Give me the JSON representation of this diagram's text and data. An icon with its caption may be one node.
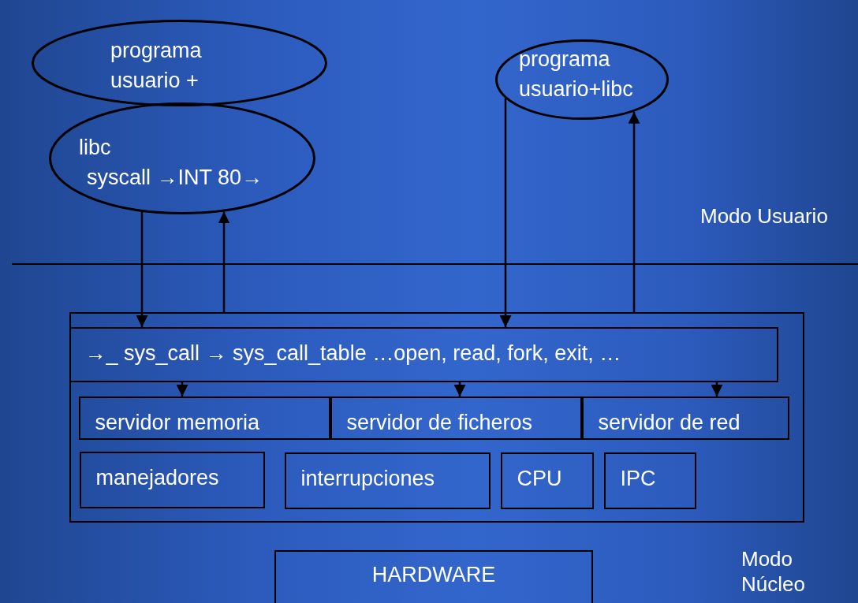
{
  "diagram": {
    "nodes": [
      {
        "text": [
          "programa usuario +"
        ]
      },
      {
        "text": [
          "libc",
          "syscall →INT 80→"
        ]
      },
      {
        "text": [
          "programa usuario+libc"
        ]
      },
      {
        "text": [],
        "shape": "box"
      },
      {
        "text": [
          "→_ sys_call → sys_call_table …open, read, fork, exit, …"
        ],
        "in": 3
      },
      {
        "text": [
          "servidor memoria"
        ],
        "in": 3
      },
      {
        "text": [
          "servidor de ficheros"
        ],
        "in": 3
      },
      {
        "text": [
          "servidor de red"
        ],
        "in": 3
      },
      {
        "text": [
          "manejadores"
        ],
        "in": 3
      },
      {
        "text": [
          "interrupciones"
        ],
        "in": 3
      },
      {
        "text": [
          "CPU"
        ],
        "in": 3
      },
      {
        "text": [
          "IPC"
        ],
        "in": 3
      },
      {
        "text": [
          "HARDWARE"
        ]
      }
    ],
    "edges": [
      {
        "from": 1,
        "to": 4,
        "arrow": "to"
      },
      {
        "from": 3,
        "to": 1,
        "arrow": "to"
      },
      {
        "from": 2,
        "to": 4,
        "arrow": "to"
      },
      {
        "from": 3,
        "to": 2,
        "arrow": "to"
      },
      {
        "from": 4,
        "to": 5,
        "arrow": "to"
      },
      {
        "from": 4,
        "to": 6,
        "arrow": "to"
      },
      {
        "from": 4,
        "to": 7,
        "arrow": "to"
      }
    ],
    "labels": [
      "Modo Usuario",
      "Modo Núcleo"
    ]
  }
}
